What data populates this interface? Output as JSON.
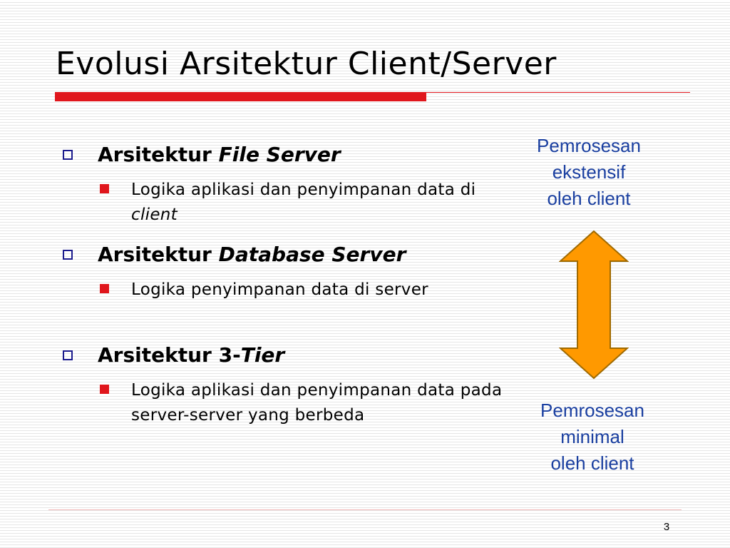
{
  "slide": {
    "title": "Evolusi Arsitektur Client/Server",
    "page_number": "3"
  },
  "items": [
    {
      "heading_prefix": "Arsitektur ",
      "heading_em": "File Server",
      "sub_prefix": "Logika aplikasi dan penyimpanan data di ",
      "sub_em": "client"
    },
    {
      "heading_prefix": "Arsitektur ",
      "heading_em": "Database Server",
      "sub_prefix": "Logika penyimpanan data di server",
      "sub_em": ""
    },
    {
      "heading_prefix": "Arsitektur 3-",
      "heading_em": "Tier",
      "sub_prefix": "Logika aplikasi dan penyimpanan data pada server-server yang berbeda",
      "sub_em": ""
    }
  ],
  "side": {
    "top_lines": [
      "Pemrosesan",
      "ekstensif",
      "oleh client"
    ],
    "bottom_lines": [
      "Pemrosesan",
      "minimal",
      "oleh client"
    ]
  },
  "colors": {
    "accent_red": "#e0161c",
    "box_bullet": "#1a1a8c",
    "side_text": "#1a3fa0",
    "arrow_fill": "#ff9900",
    "arrow_stroke": "#a06a00"
  },
  "icons": {
    "level1_bullet": "hollow-square-icon",
    "level2_bullet": "filled-square-icon",
    "arrow": "double-headed-vertical-arrow"
  }
}
